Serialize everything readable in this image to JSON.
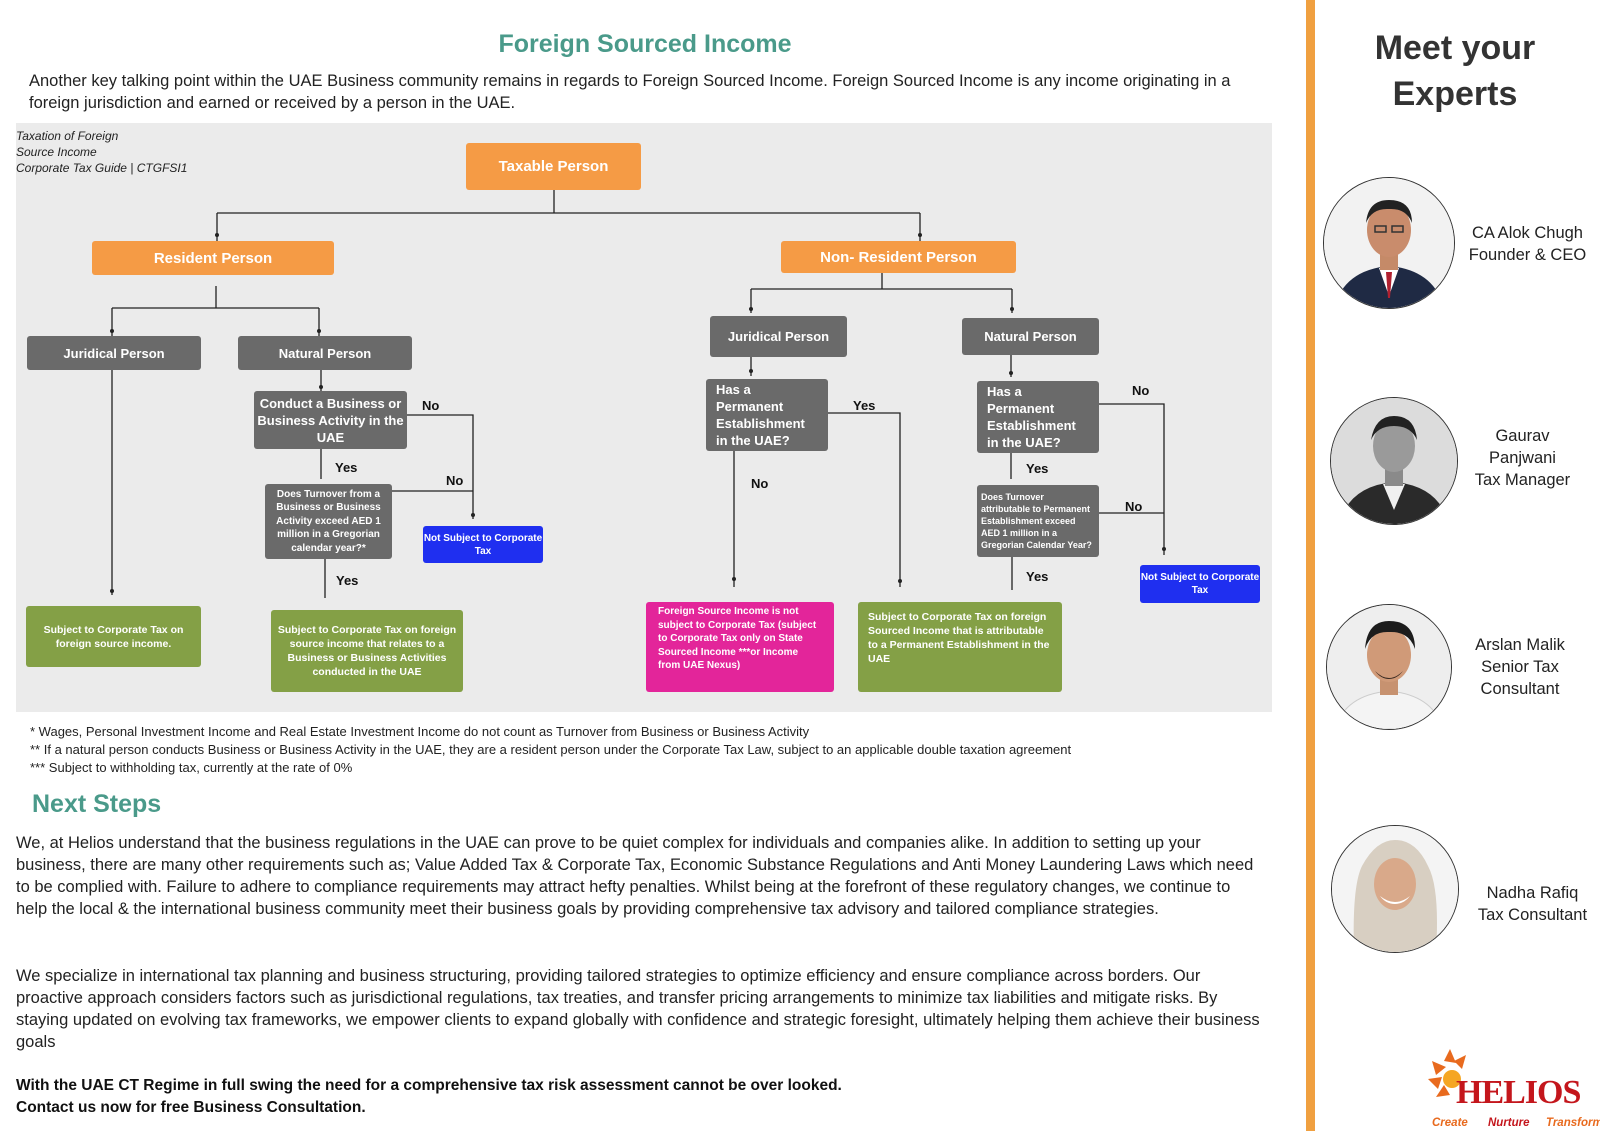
{
  "title": "Foreign Sourced Income",
  "intro": "Another key talking point within the UAE Business community remains in regards to Foreign Sourced Income. Foreign Sourced Income is any income originating in a foreign jurisdiction and earned or received by a person in the UAE.",
  "diagram": {
    "source_lines": [
      "Taxation of Foreign",
      "Source Income",
      "Corporate Tax Guide | CTGFSI1"
    ],
    "taxable_person": "Taxable Person",
    "resident_person": "Resident Person",
    "non_resident_person": "Non- Resident Person",
    "res_juridical": "Juridical Person",
    "res_natural": "Natural Person",
    "nr_juridical": "Juridical Person",
    "nr_natural": "Natural Person",
    "q_conduct_business": "Conduct a Business or Business Activity in the UAE",
    "q_turnover_res": "Does Turnover from a Business or Business Activity exceed AED 1 million in a Gregorian calendar year?*",
    "q_pe_juridical": "Has a Permanent Establishment in the UAE?",
    "q_pe_natural": "Has a Permanent Establishment in the UAE?",
    "q_turnover_nr": "Does Turnover attributable to Permanent Establishment exceed AED 1 million in a Gregorian Calendar Year?",
    "not_subject_1": "Not Subject to Corporate Tax",
    "not_subject_2": "Not Subject to Corporate Tax",
    "out_res_juridical": "Subject to Corporate Tax on foreign source income.",
    "out_res_natural": "Subject to Corporate Tax on foreign source income that relates to a Business or Business Activities conducted in the UAE",
    "out_nr_no_pe": "Foreign Source Income is not subject to Corporate Tax (subject to Corporate Tax only on State Sourced Income ***or Income from UAE Nexus)",
    "out_nr_pe": "Subject to Corporate Tax on foreign Sourced Income that is attributable to a Permanent Establishment in the UAE",
    "labels": {
      "yes": "Yes",
      "no": "No"
    }
  },
  "notes": [
    " * Wages, Personal Investment Income and Real Estate Investment Income do not count as Turnover from Business or Business Activity",
    "** If a natural person conducts Business or Business Activity in the UAE, they are a resident person under the Corporate Tax Law, subject to an applicable double taxation agreement",
    "*** Subject to withholding tax, currently at the rate of 0%"
  ],
  "next_steps": {
    "heading": "Next Steps",
    "para1": "We, at Helios understand that the business regulations in the UAE can prove to be quiet complex for individuals and companies alike. In addition to setting up your business, there are many other requirements such as; Value Added Tax & Corporate Tax, Economic Substance Regulations and Anti Money Laundering Laws which need to be complied with.  Failure to adhere to compliance requirements may attract hefty penalties. Whilst being at the forefront of these regulatory changes, we continue to help the local & the international business community meet their business goals by providing comprehensive tax advisory and tailored compliance strategies.",
    "para2": "We specialize in international tax planning and business structuring, providing tailored strategies to optimize efficiency and ensure compliance across borders. Our proactive approach considers factors such as jurisdictional regulations, tax treaties, and transfer pricing arrangements to minimize tax liabilities and mitigate risks. By staying updated on evolving tax frameworks, we empower clients to expand globally with confidence and strategic foresight, ultimately helping them achieve their business goals",
    "cta_line1": "With the UAE CT Regime in full swing the need for a comprehensive tax risk assessment cannot be over looked.",
    "cta_line2": "Contact us now for free Business Consultation."
  },
  "sidebar": {
    "heading_line1": "Meet your",
    "heading_line2": "Experts",
    "experts": [
      {
        "lines": [
          "CA Alok Chugh",
          "Founder & CEO"
        ]
      },
      {
        "lines": [
          "Gaurav",
          "Panjwani",
          "Tax Manager"
        ]
      },
      {
        "lines": [
          "Arslan Malik",
          "Senior Tax",
          "Consultant"
        ]
      },
      {
        "lines": [
          "Nadha Rafiq",
          "Tax Consultant"
        ]
      }
    ],
    "logo": {
      "name": "HELIOS",
      "tagline": [
        "Create",
        "Nurture",
        "Transform"
      ]
    }
  },
  "colors": {
    "teal": "#4a9a8a",
    "orange": "#f59b45",
    "grey": "#6a6a6a",
    "green": "#84a046",
    "blue": "#1f2ff0",
    "pink": "#e3259a",
    "divider": "#f0a040"
  }
}
